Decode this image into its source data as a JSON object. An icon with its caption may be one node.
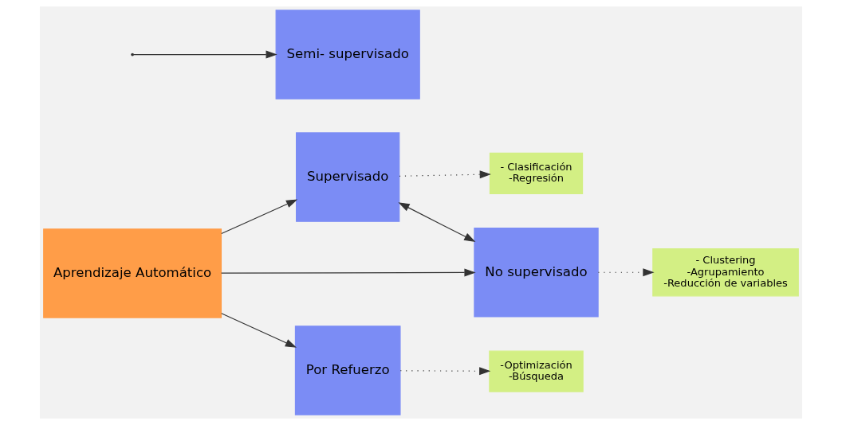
{
  "diagram": {
    "nodes": [
      {
        "text": [
          "- Clasificación",
          "-Regresión"
        ]
      },
      {
        "text": [
          "Supervisado"
        ]
      },
      {
        "text": [
          "Semi- supervisado"
        ]
      },
      {
        "text": [
          "Aprendizaje Automático"
        ]
      },
      {
        "text": [
          "Por Refuerzo"
        ]
      },
      {
        "text": [
          "-Optimización",
          "-Búsqueda"
        ]
      },
      {
        "text": [
          "- Clustering",
          "-Agrupamiento",
          "-Reducción de variables"
        ]
      },
      {
        "text": [
          "No supervisado"
        ]
      }
    ],
    "edges": [
      {
        "from": 3,
        "to": 1,
        "arrow": "to"
      },
      {
        "from": 3,
        "to": 7,
        "arrow": "to"
      },
      {
        "from": 3,
        "to": 4,
        "arrow": "to"
      },
      {
        "from": 1,
        "to": 0,
        "arrow": "to",
        "style": "dashed"
      },
      {
        "from": 7,
        "to": 6,
        "arrow": "to",
        "style": "dashed"
      },
      {
        "from": 4,
        "to": 5,
        "arrow": "to",
        "style": "dashed"
      },
      {
        "from": 1,
        "to": 7,
        "arrow": "both"
      },
      {
        "from": null,
        "to": 2,
        "arrow": "to"
      }
    ]
  }
}
